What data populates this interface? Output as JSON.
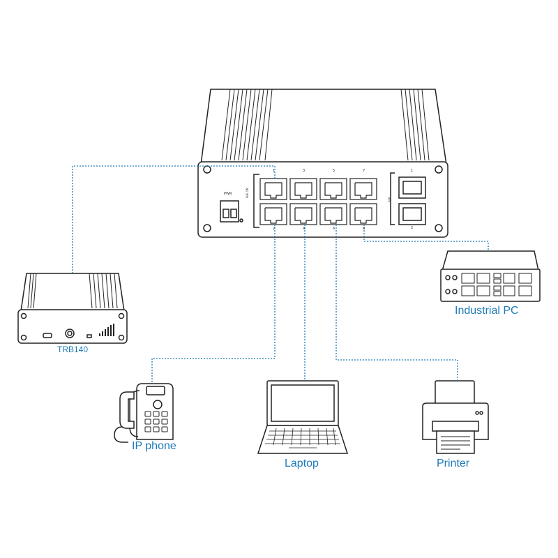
{
  "switch": {
    "pwr_label": "PWR",
    "poe_label": "PoE ON",
    "sfp_label": "SFP",
    "top_port_numbers": [
      "1",
      "3",
      "5",
      "7"
    ],
    "bottom_port_numbers": [
      "2",
      "4",
      "6",
      "8"
    ],
    "sfp_top_number": "1",
    "sfp_bottom_number": "2"
  },
  "devices": {
    "router": {
      "label": "TRB140"
    },
    "ip_phone": {
      "label": "IP phone"
    },
    "laptop": {
      "label": "Laptop"
    },
    "printer": {
      "label": "Printer"
    },
    "industrial_pc": {
      "label": "Industrial PC"
    }
  },
  "colors": {
    "label": "#1d7ab8",
    "connection": "#1d7ab8",
    "outline": "#222222"
  }
}
